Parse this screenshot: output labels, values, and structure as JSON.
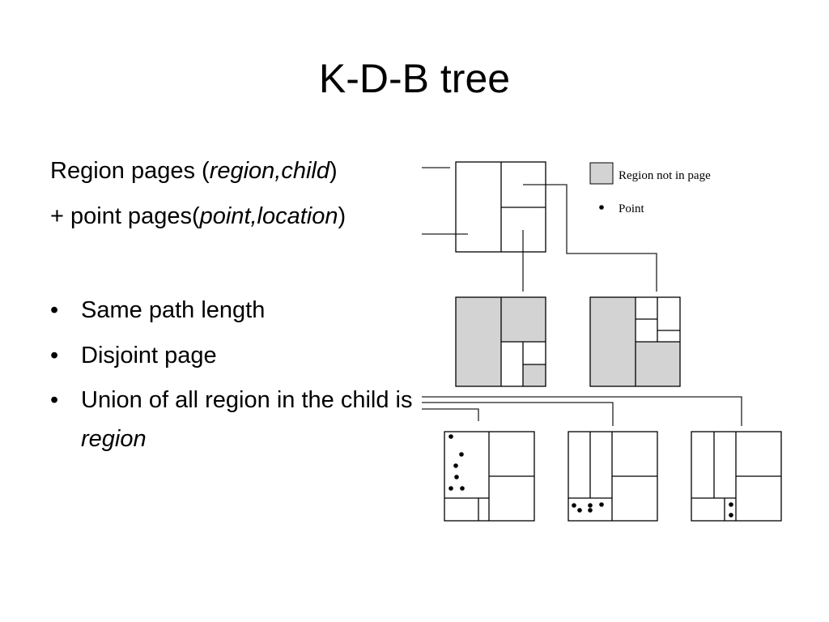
{
  "slide": {
    "title": "K-D-B tree"
  },
  "text": {
    "line1": {
      "prefix": "Region pages (",
      "italic": "region,child",
      "suffix": ")"
    },
    "line2": {
      "prefix": "+ point pages(",
      "italic": "point,location",
      "suffix": ")"
    },
    "bullets": [
      {
        "glyph": "•",
        "text": "Same path length"
      },
      {
        "glyph": "•",
        "text": "Disjoint page"
      },
      {
        "glyph": "•",
        "text": "Union of all region in the child is ",
        "italic": "region"
      }
    ]
  },
  "legend": {
    "region_not_in_page": "Region not in page",
    "point": "Point"
  },
  "colors": {
    "shaded": "#d3d3d3",
    "stroke": "#000000",
    "connector": "#222222"
  }
}
